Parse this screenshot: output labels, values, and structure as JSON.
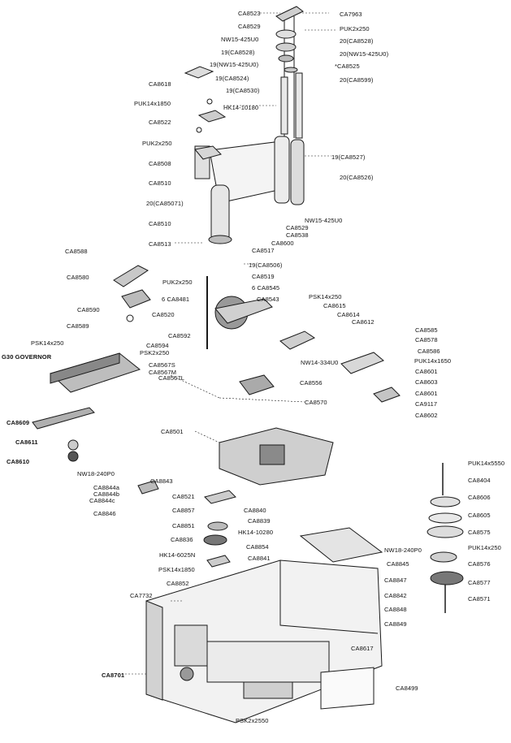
{
  "parts": [
    {
      "id": "p1",
      "text": "CA8523"
    },
    {
      "id": "p2",
      "text": "CA7963"
    },
    {
      "id": "p3",
      "text": "CA8529"
    },
    {
      "id": "p4",
      "text": "PUK2x250"
    },
    {
      "id": "p5",
      "text": "NW15-425U0"
    },
    {
      "id": "p6",
      "text": "20(CA8528)"
    },
    {
      "id": "p7",
      "text": "19(CA8528)"
    },
    {
      "id": "p8",
      "text": "20(NW15-425U0)"
    },
    {
      "id": "p9",
      "text": "19(NW15-425U0)"
    },
    {
      "id": "p10",
      "text": "*CA8525"
    },
    {
      "id": "p11",
      "text": "CA8618"
    },
    {
      "id": "p12",
      "text": "19(CA8524)"
    },
    {
      "id": "p13",
      "text": "20(CA8599)"
    },
    {
      "id": "p14",
      "text": "19(CA8530)"
    },
    {
      "id": "p15",
      "text": "PUK14x1850"
    },
    {
      "id": "p16",
      "text": "HK14-10180"
    },
    {
      "id": "p17",
      "text": "CA8522"
    },
    {
      "id": "p18",
      "text": "PUK2x250"
    },
    {
      "id": "p19",
      "text": "CA8508"
    },
    {
      "id": "p20",
      "text": "19(CA8527)"
    },
    {
      "id": "p21",
      "text": "CA8510"
    },
    {
      "id": "p22",
      "text": "20(CA8526)"
    },
    {
      "id": "p23",
      "text": "20(CA85071)"
    },
    {
      "id": "p24",
      "text": "CA8510"
    },
    {
      "id": "p25",
      "text": "NW15-425U0"
    },
    {
      "id": "p26",
      "text": "CA8529"
    },
    {
      "id": "p27",
      "text": "CA8538"
    },
    {
      "id": "p28",
      "text": "CA8513"
    },
    {
      "id": "p29",
      "text": "CA8600"
    },
    {
      "id": "p30",
      "text": "CA8588"
    },
    {
      "id": "p31",
      "text": "CA8517"
    },
    {
      "id": "p32",
      "text": "19(CA8506)"
    },
    {
      "id": "p33",
      "text": "CA8580"
    },
    {
      "id": "p34",
      "text": "CA8519"
    },
    {
      "id": "p35",
      "text": "PUK2x250"
    },
    {
      "id": "p36",
      "text": "6 CA8545"
    },
    {
      "id": "p37",
      "text": "6 CA8481"
    },
    {
      "id": "p38",
      "text": "CA8543"
    },
    {
      "id": "p39",
      "text": "PSK14x250"
    },
    {
      "id": "p40",
      "text": "CA8590"
    },
    {
      "id": "p41",
      "text": "CA8615"
    },
    {
      "id": "p42",
      "text": "CA8520"
    },
    {
      "id": "p43",
      "text": "CA8614"
    },
    {
      "id": "p44",
      "text": "CA8589"
    },
    {
      "id": "p45",
      "text": "CA8612"
    },
    {
      "id": "p46",
      "text": "CA8592"
    },
    {
      "id": "p47",
      "text": "CA8585"
    },
    {
      "id": "p48",
      "text": "CA8594"
    },
    {
      "id": "p49",
      "text": "CA8578"
    },
    {
      "id": "p50",
      "text": "PSK14x250"
    },
    {
      "id": "p51",
      "text": "PSK2x250"
    },
    {
      "id": "p52",
      "text": "CA8586"
    },
    {
      "id": "p53",
      "text": "G30 GOVERNOR"
    },
    {
      "id": "p54",
      "text": "NW14-334U0"
    },
    {
      "id": "p55",
      "text": "PUK14x1650"
    },
    {
      "id": "p56",
      "text": "CA8567S"
    },
    {
      "id": "p57",
      "text": "CA8567M"
    },
    {
      "id": "p58",
      "text": "CA8601"
    },
    {
      "id": "p59",
      "text": "CA8567L"
    },
    {
      "id": "p60",
      "text": "CA8556"
    },
    {
      "id": "p61",
      "text": "CA8603"
    },
    {
      "id": "p62",
      "text": "CA8601"
    },
    {
      "id": "p63",
      "text": "CA8570"
    },
    {
      "id": "p64",
      "text": "CA9117"
    },
    {
      "id": "p65",
      "text": "CA8609"
    },
    {
      "id": "p66",
      "text": "CA8602"
    },
    {
      "id": "p67",
      "text": "CA8501"
    },
    {
      "id": "p68",
      "text": "CA8611"
    },
    {
      "id": "p69",
      "text": "CA8610"
    },
    {
      "id": "p70",
      "text": "PUK14x5550"
    },
    {
      "id": "p71",
      "text": "NW18-240P0"
    },
    {
      "id": "p72",
      "text": "CA8404"
    },
    {
      "id": "p73",
      "text": "CA8844a"
    },
    {
      "id": "p74",
      "text": "CA8843"
    },
    {
      "id": "p75",
      "text": "CA8844b"
    },
    {
      "id": "p76",
      "text": "CA8606"
    },
    {
      "id": "p77",
      "text": "CA8844c"
    },
    {
      "id": "p78",
      "text": "CA8521"
    },
    {
      "id": "p79",
      "text": "CA8846"
    },
    {
      "id": "p80",
      "text": "CA8857"
    },
    {
      "id": "p81",
      "text": "CA8840"
    },
    {
      "id": "p82",
      "text": "CA8605"
    },
    {
      "id": "p83",
      "text": "CA8839"
    },
    {
      "id": "p84",
      "text": "CA8851"
    },
    {
      "id": "p85",
      "text": "CA8575"
    },
    {
      "id": "p86",
      "text": "CA8836"
    },
    {
      "id": "p87",
      "text": "HK14-10280"
    },
    {
      "id": "p88",
      "text": "CA8854"
    },
    {
      "id": "p89",
      "text": "PUK14x250"
    },
    {
      "id": "p90",
      "text": "NW18-240P0"
    },
    {
      "id": "p91",
      "text": "HK14-6025N"
    },
    {
      "id": "p92",
      "text": "CA8841"
    },
    {
      "id": "p93",
      "text": "CA8845"
    },
    {
      "id": "p94",
      "text": "CA8576"
    },
    {
      "id": "p95",
      "text": "PSK14x1850"
    },
    {
      "id": "p96",
      "text": "CA8847"
    },
    {
      "id": "p97",
      "text": "CA8577"
    },
    {
      "id": "p98",
      "text": "CA8852"
    },
    {
      "id": "p99",
      "text": "CA8842"
    },
    {
      "id": "p100",
      "text": "CA8571"
    },
    {
      "id": "p101",
      "text": "CA7732"
    },
    {
      "id": "p102",
      "text": "CA8848"
    },
    {
      "id": "p103",
      "text": "CA8849"
    },
    {
      "id": "p104",
      "text": "CA8617"
    },
    {
      "id": "p105",
      "text": "CA8701"
    },
    {
      "id": "p106",
      "text": "CA8499"
    },
    {
      "id": "p107",
      "text": "PSK2x2550"
    }
  ]
}
